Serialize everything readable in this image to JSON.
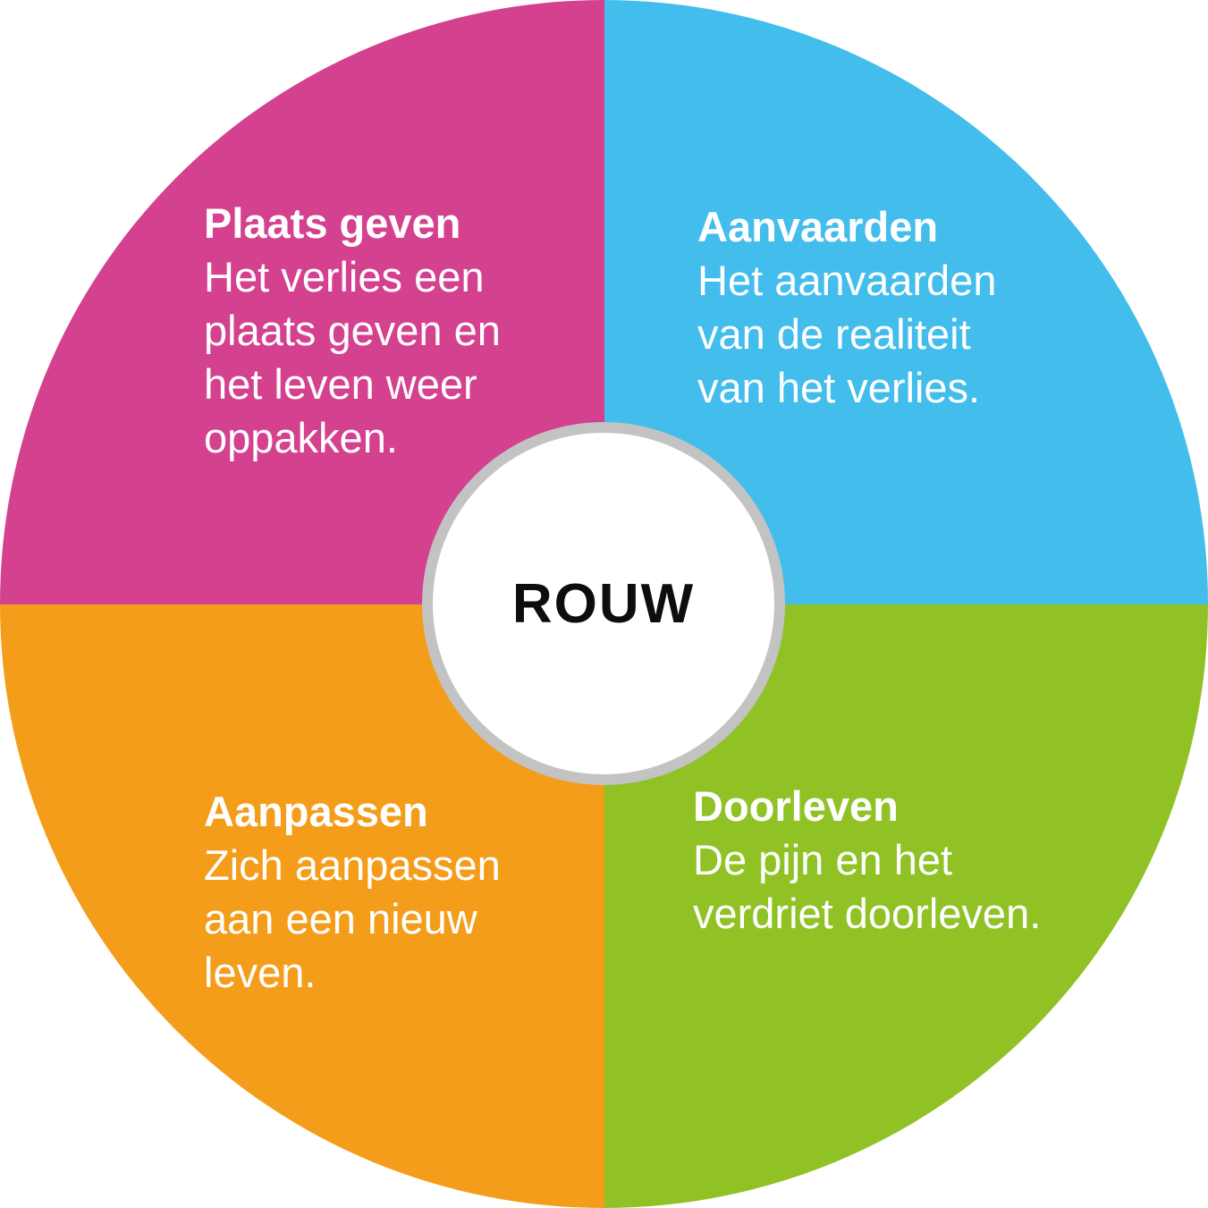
{
  "diagram": {
    "type": "four-quadrant-wheel",
    "center": {
      "label": "ROUW"
    },
    "quadrants": [
      {
        "id": "plaats-geven",
        "position": "top-left",
        "color": "#d4418e",
        "title": "Plaats geven",
        "lines": [
          "Het verlies een",
          "plaats geven en",
          "het leven weer",
          "oppakken."
        ]
      },
      {
        "id": "aanvaarden",
        "position": "top-right",
        "color": "#42bdec",
        "title": "Aanvaarden",
        "lines": [
          "Het aanvaarden",
          "van de realiteit",
          "van het verlies."
        ]
      },
      {
        "id": "aanpassen",
        "position": "bottom-left",
        "color": "#f49d1a",
        "title": "Aanpassen",
        "lines": [
          "Zich aanpassen",
          "aan een nieuw",
          "leven."
        ]
      },
      {
        "id": "doorleven",
        "position": "bottom-right",
        "color": "#90c226",
        "title": "Doorleven",
        "lines": [
          "De pijn en het",
          "verdriet doorleven."
        ]
      }
    ],
    "colors": {
      "quadrant_pink": "#d4418e",
      "quadrant_blue": "#42bdec",
      "quadrant_orange": "#f49d1a",
      "quadrant_green": "#90c226",
      "center_ring": "#c3c3c3",
      "center_fill": "#ffffff",
      "center_text": "#0d0d0d",
      "quadrant_text": "#ffffff",
      "background": "#ffffff"
    }
  }
}
